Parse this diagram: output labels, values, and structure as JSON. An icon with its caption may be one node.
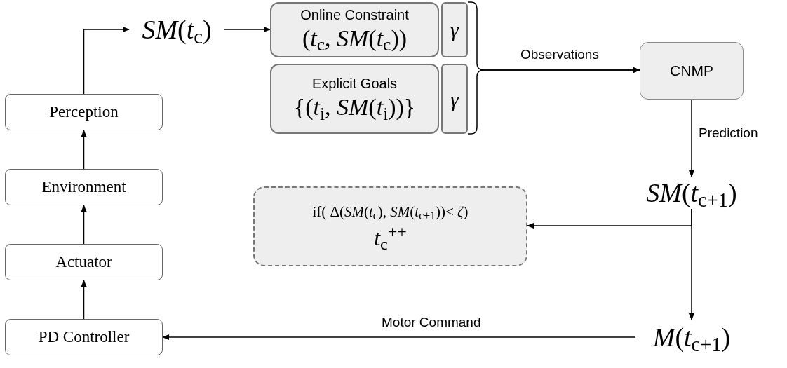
{
  "diagram": {
    "nodes": [
      {
        "text": [
          "PD Controller"
        ]
      },
      {
        "text": [
          "Actuator"
        ]
      },
      {
        "text": [
          "Environment"
        ]
      },
      {
        "text": [
          "Perception"
        ]
      },
      {
        "text": [
          "*SM*(*t*$_{c}$)"
        ]
      },
      {
        "text": [
          "Online Constraint",
          "(*t*$_{c}$, *SM*(*t*$_{c}$))"
        ]
      },
      {
        "text": [
          "*γ*"
        ]
      },
      {
        "text": [
          "Explicit Goals",
          "{(*t*$_{i}$, *SM*(*t*$_{i}$))}"
        ]
      },
      {
        "text": [
          "*γ*"
        ]
      },
      {
        "text": [
          "CNMP"
        ]
      },
      {
        "text": [
          "*SM*(*t*$_{c+1}$)"
        ]
      },
      {
        "text": [
          "if( Δ(*SM*(*t*$_{c}$), *SM*(*t*$_{c+1}$))< *ζ*)",
          "*t*$_{c}$$^{++}$"
        ]
      },
      {
        "text": [
          "*M*(*t*$_{c+1}$)"
        ]
      }
    ],
    "edges": [
      {
        "from": 0,
        "to": 1,
        "arrow": "to"
      },
      {
        "from": 1,
        "to": 2,
        "arrow": "to"
      },
      {
        "from": 2,
        "to": 3,
        "arrow": "to"
      },
      {
        "from": 3,
        "to": 4,
        "arrow": "to"
      },
      {
        "from": 4,
        "to": 5,
        "arrow": "to"
      },
      {
        "from": 6,
        "to": 9,
        "arrow": "to",
        "label": "Observations"
      },
      {
        "from": 8,
        "to": 9,
        "arrow": "to"
      },
      {
        "from": 9,
        "to": 10,
        "arrow": "to",
        "label": "Prediction"
      },
      {
        "from": 10,
        "to": 11,
        "arrow": "to"
      },
      {
        "from": 10,
        "to": 12,
        "arrow": "to"
      },
      {
        "from": 12,
        "to": 0,
        "arrow": "to",
        "label": "Motor Command"
      }
    ]
  }
}
